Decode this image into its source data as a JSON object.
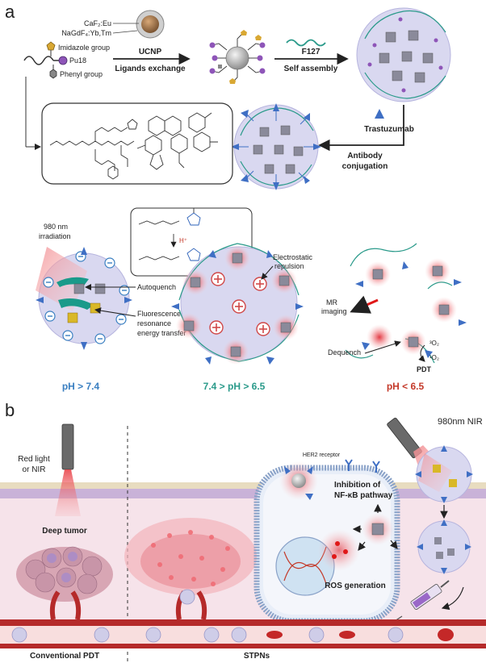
{
  "panel_a": {
    "letter": "a",
    "ucnp_core": "CaF₂:Eu",
    "ucnp_shell": "NaGdF₄:Yb,Tm",
    "legend": {
      "imidazole": "Imidazole group",
      "pu18": "Pu18",
      "phenyl": "Phenyl group"
    },
    "step1": {
      "top": "UCNP",
      "bottom": "Ligands exchange"
    },
    "step2": {
      "top": "F127",
      "bottom": "Self assembly"
    },
    "step3": {
      "drug": "Trastuzumab",
      "line1": "Antibody",
      "line2": "conjugation"
    },
    "protonation": "H⁺",
    "labels": {
      "irradiation1": "980 nm",
      "irradiation2": "irradiation",
      "autoquench": "Autoquench",
      "fret1": "Fluorescence",
      "fret2": "resonance",
      "fret3": "energy transfer",
      "repulsion1": "Electrostatic",
      "repulsion2": "repulsion",
      "mr1": "MR",
      "mr2": "imaging",
      "dequench": "Dequench",
      "o2_triplet": "³O₂",
      "o2_singlet": "¹O₂",
      "pdt": "PDT"
    },
    "ph_states": [
      "pH > 7.4",
      "7.4 > pH > 6.5",
      "pH < 6.5"
    ]
  },
  "panel_b": {
    "letter": "b",
    "light1": "Red light",
    "light2": "or NIR",
    "deep_tumor": "Deep tumor",
    "her2": "HER2 receptor",
    "nfkb1": "Inhibition of",
    "nfkb2": "NF-κB pathway",
    "ros": "ROS generation",
    "nir": "980nm NIR",
    "bottom_left": "Conventional PDT",
    "bottom_right": "STPNs"
  },
  "colors": {
    "particle": "#d9d8f0",
    "ph_neutral": "#3a7fc1",
    "ph_mid": "#2a9a8a",
    "ph_acid": "#c43a2a",
    "vessel": "#b52a2a",
    "antibody": "#3f6fc4"
  }
}
